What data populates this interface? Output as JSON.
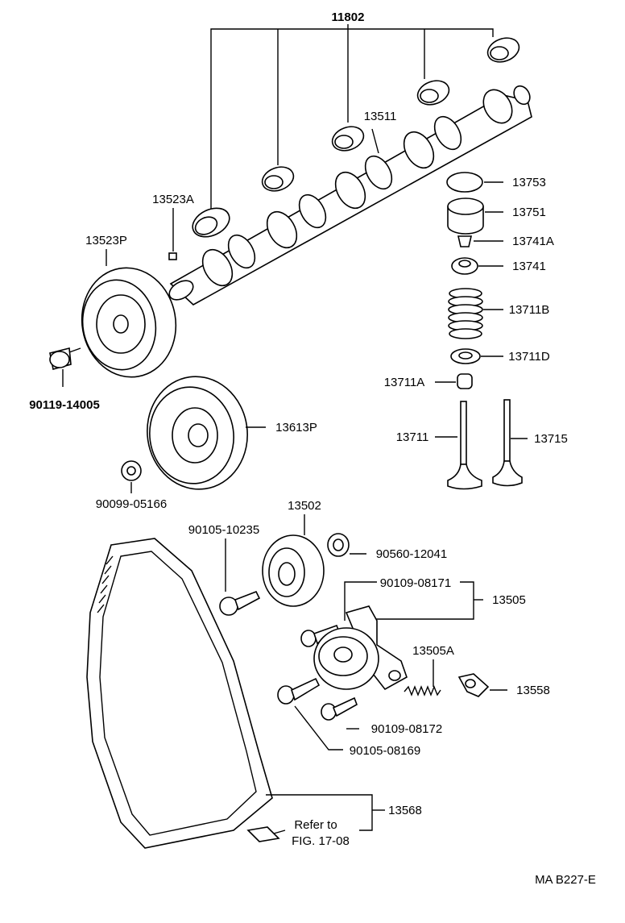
{
  "diagram": {
    "figure_id": "MA B227-E",
    "callouts": {
      "c11802": "11802",
      "c13511": "13511",
      "c13523A": "13523A",
      "c13523P": "13523P",
      "c13753": "13753",
      "c13751": "13751",
      "c13741A": "13741A",
      "c13741": "13741",
      "c13711B": "13711B",
      "c13711D": "13711D",
      "c13711A": "13711A",
      "c13711": "13711",
      "c13715": "13715",
      "c90119_14005": "90119-14005",
      "c13613P": "13613P",
      "c90099_05166": "90099-05166",
      "c13502": "13502",
      "c90105_10235": "90105-10235",
      "c90560_12041": "90560-12041",
      "c90109_08171": "90109-08171",
      "c13505": "13505",
      "c13505A": "13505A",
      "c13558": "13558",
      "c90109_08172": "90109-08172",
      "c90105_08169": "90105-08169",
      "c13568": "13568"
    },
    "refer_note": {
      "line1": "Refer to",
      "line2": "FIG. 17-08"
    }
  }
}
